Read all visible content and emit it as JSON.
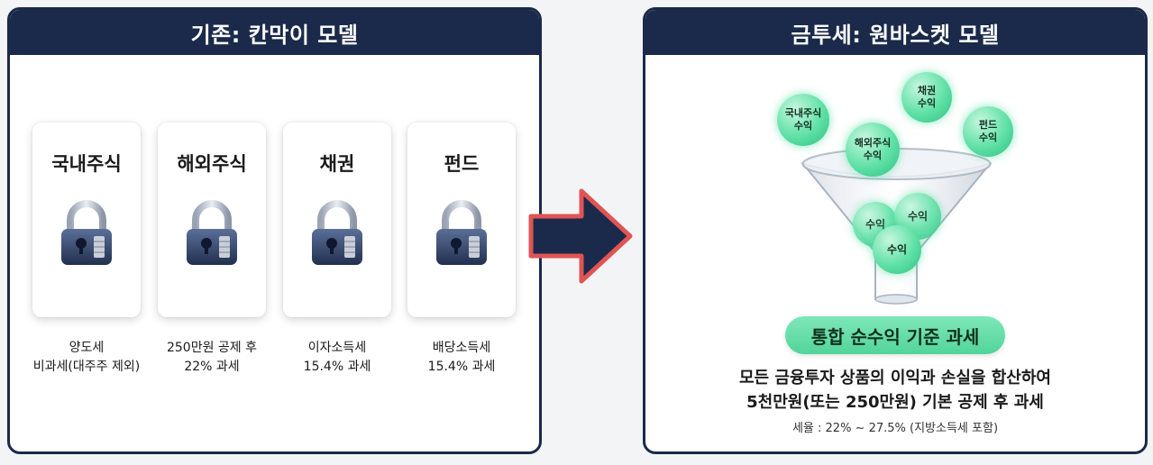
{
  "left_panel": {
    "title": "기존: 칸막이 모델",
    "cards": [
      {
        "title": "국내주식",
        "caption": [
          "양도세",
          "비과세(대주주 제외)"
        ]
      },
      {
        "title": "해외주식",
        "caption": [
          "250만원 공제 후",
          "22% 과세"
        ]
      },
      {
        "title": "채권",
        "caption": [
          "이자소득세",
          "15.4% 과세"
        ]
      },
      {
        "title": "펀드",
        "caption": [
          "배당소득세",
          "15.4% 과세"
        ]
      }
    ]
  },
  "right_panel": {
    "title": "금투세: 원바스켓 모델",
    "bubbles": [
      {
        "lines": [
          "국내주식",
          "수익"
        ]
      },
      {
        "lines": [
          "채권",
          "수익"
        ]
      },
      {
        "lines": [
          "해외주식",
          "수익"
        ]
      },
      {
        "lines": [
          "펀드",
          "수익"
        ]
      },
      {
        "lines": [
          "수익"
        ]
      },
      {
        "lines": [
          "수익"
        ]
      },
      {
        "lines": [
          "수익"
        ]
      }
    ],
    "badge": "통합 순수익 기준 과세",
    "description_line1": "모든 금융투자 상품의 이익과 손실을 합산하여",
    "description_line2": "5천만원(또는 250만원) 기본 공제 후 과세",
    "rate_note": "세율 : 22% ~ 27.5% (지방소득세 포함)"
  },
  "colors": {
    "header_navy": "#1b2a4a",
    "arrow_fill": "#1b2a4a",
    "arrow_stroke": "#e05454",
    "bubble_green": "#5fe0a6"
  },
  "icons": [
    "padlock-icon",
    "right-arrow-icon",
    "funnel-icon"
  ]
}
